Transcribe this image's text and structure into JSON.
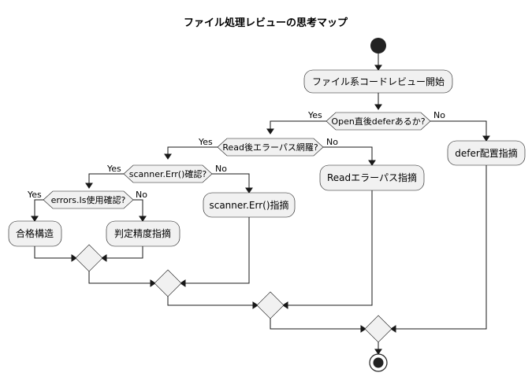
{
  "title": "ファイル処理レビューの思考マップ",
  "actions": {
    "start_review": "ファイル系コードレビュー開始",
    "defer_point": "defer配置指摘",
    "read_err_point": "Readエラーパス指摘",
    "scanner_err_point": "scanner.Err()指摘",
    "pass": "合格構造",
    "precision_point": "判定精度指摘"
  },
  "conditions": {
    "open_defer": "Open直後deferあるか?",
    "read_err": "Read後エラーパス網羅?",
    "scanner_err": "scanner.Err()確認?",
    "errors_is": "errors.Is使用確認?"
  },
  "branch_labels": {
    "yes": "Yes",
    "no": "No"
  }
}
